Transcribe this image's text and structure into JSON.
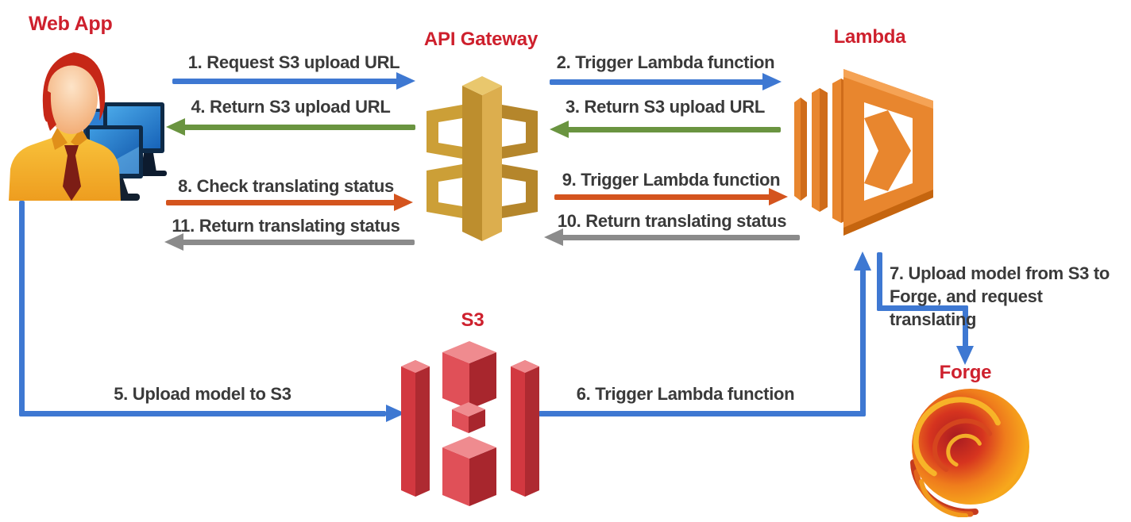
{
  "diagram": {
    "description": "AWS serverless model-translation architecture flow",
    "colors": {
      "node_label_red": "#ce202d",
      "step_text": "#3a3a3a",
      "arrow_blue": "#3e78d2",
      "arrow_green": "#6a9440",
      "arrow_orange": "#d4541e",
      "arrow_gray": "#8b8b8b",
      "api_gateway_gold": "#cc9f37",
      "s3_red": "#d23840",
      "lambda_orange": "#e8862e"
    }
  },
  "nodes": {
    "webapp": {
      "label": "Web App",
      "icon": "user-with-monitors-icon"
    },
    "api_gateway": {
      "label": "API Gateway",
      "icon": "aws-api-gateway-icon"
    },
    "lambda": {
      "label": "Lambda",
      "icon": "aws-lambda-icon"
    },
    "s3": {
      "label": "S3",
      "icon": "aws-s3-bucket-icon"
    },
    "forge": {
      "label": "Forge",
      "icon": "autodesk-forge-icon"
    }
  },
  "flows": [
    {
      "step": 1,
      "label": "1. Request S3 upload URL",
      "from": "Web App",
      "to": "API Gateway",
      "color": "blue",
      "direction": "right"
    },
    {
      "step": 2,
      "label": "2. Trigger Lambda function",
      "from": "API Gateway",
      "to": "Lambda",
      "color": "blue",
      "direction": "right"
    },
    {
      "step": 3,
      "label": "3. Return S3 upload URL",
      "from": "Lambda",
      "to": "API Gateway",
      "color": "green",
      "direction": "left"
    },
    {
      "step": 4,
      "label": "4. Return S3 upload URL",
      "from": "API Gateway",
      "to": "Web App",
      "color": "green",
      "direction": "left"
    },
    {
      "step": 5,
      "label": "5. Upload model to S3",
      "from": "Web App",
      "to": "S3",
      "color": "blue",
      "direction": "elbow-down-right"
    },
    {
      "step": 6,
      "label": "6. Trigger Lambda function",
      "from": "S3",
      "to": "Lambda",
      "color": "blue",
      "direction": "elbow-right-up"
    },
    {
      "step": 7,
      "lines": [
        "7. Upload model from S3 to",
        "Forge, and request translating"
      ],
      "from": "Lambda",
      "to": "Forge",
      "color": "blue",
      "direction": "elbow-down-right-down"
    },
    {
      "step": 8,
      "label": "8. Check translating status",
      "from": "Web App",
      "to": "API Gateway",
      "color": "orange",
      "direction": "right"
    },
    {
      "step": 9,
      "label": "9. Trigger Lambda function",
      "from": "API Gateway",
      "to": "Lambda",
      "color": "orange",
      "direction": "right"
    },
    {
      "step": 10,
      "label": "10. Return translating status",
      "from": "Lambda",
      "to": "API Gateway",
      "color": "gray",
      "direction": "left"
    },
    {
      "step": 11,
      "label": "11. Return translating status",
      "from": "API Gateway",
      "to": "Web App",
      "color": "gray",
      "direction": "left"
    }
  ]
}
